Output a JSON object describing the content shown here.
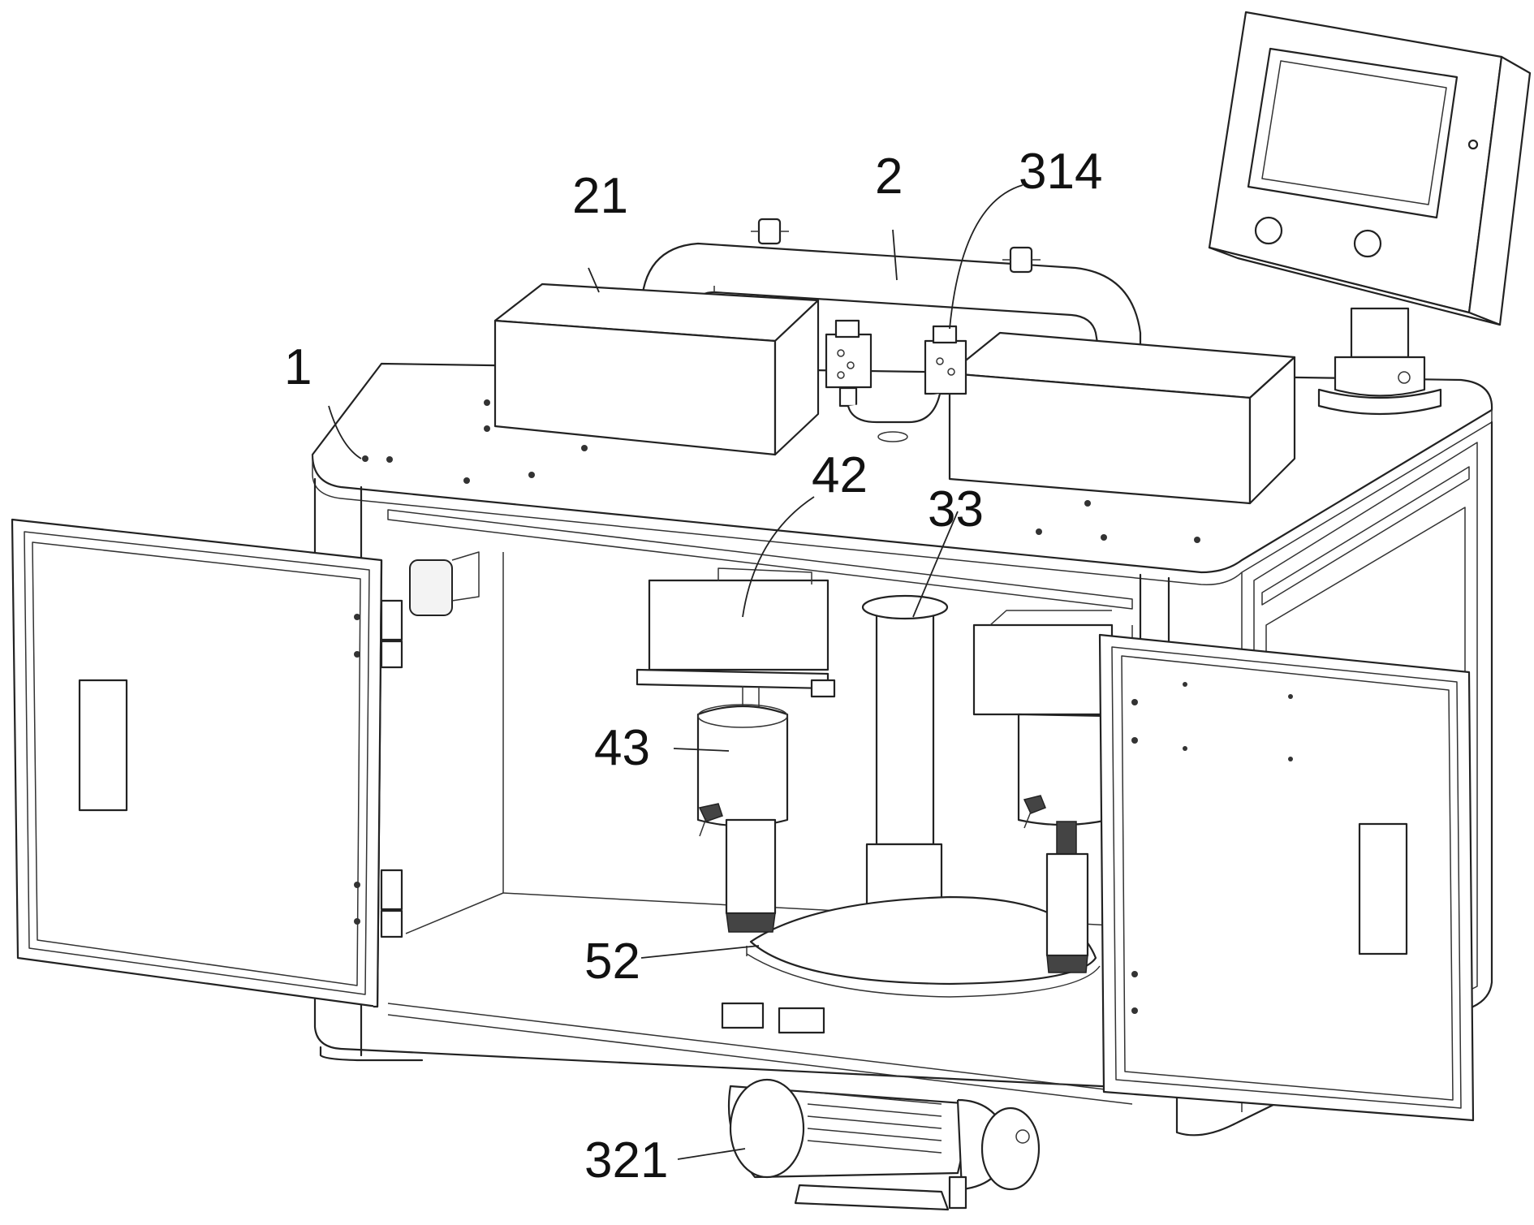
{
  "labels": {
    "l21": "21",
    "l2": "2",
    "l314": "314",
    "l1": "1",
    "l42": "42",
    "l33": "33",
    "l43": "43",
    "l52": "52",
    "l321": "321"
  }
}
